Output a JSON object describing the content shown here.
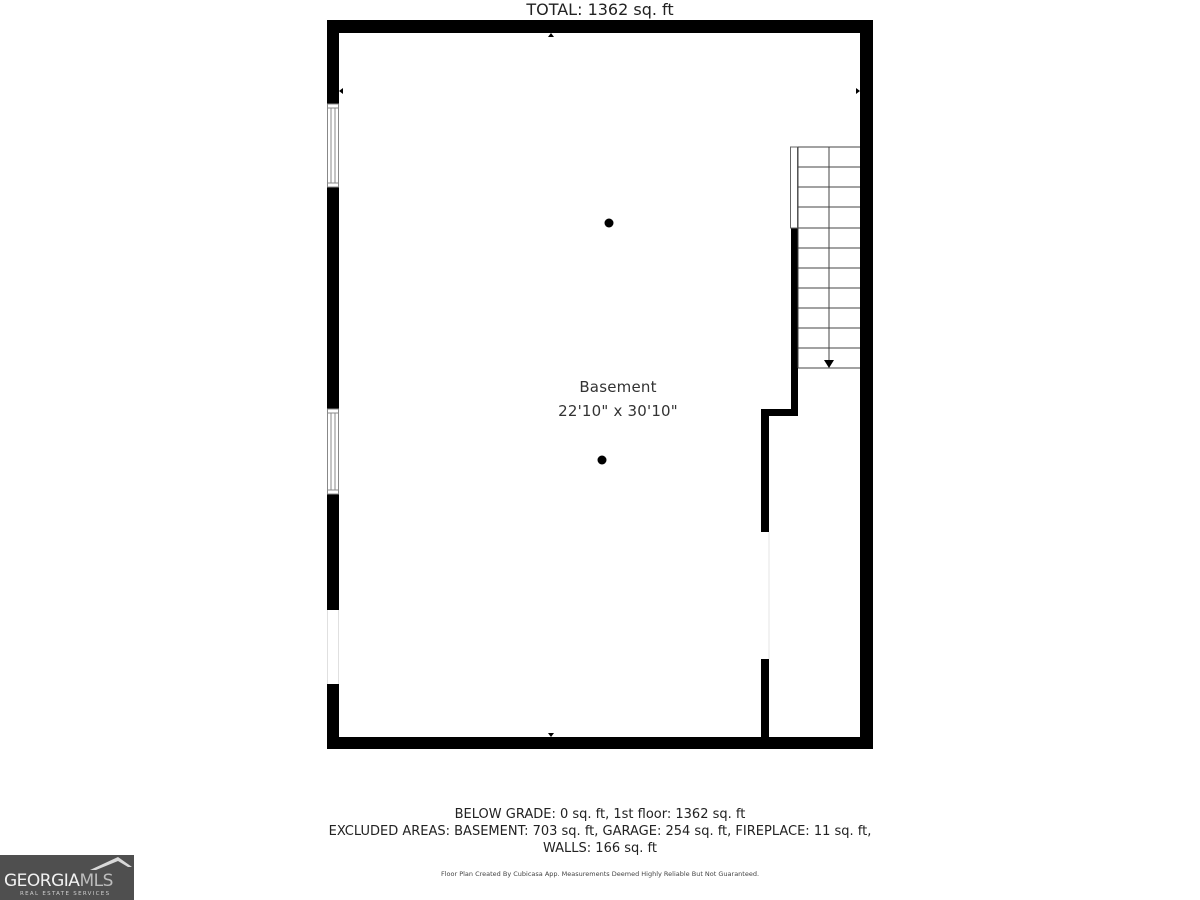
{
  "plan": {
    "room": {
      "name": "Basement",
      "dimensions": "22'10\" x 30'10\""
    },
    "colors": {
      "wall": "#000000",
      "background": "#ffffff",
      "window_stroke": "#888888",
      "stair_line": "#444444"
    }
  },
  "summary": {
    "total": "TOTAL: 1362 sq. ft",
    "below_grade": "BELOW GRADE: 0 sq. ft, 1st floor: 1362 sq. ft",
    "excluded": "EXCLUDED AREAS: BASEMENT: 703 sq. ft, GARAGE: 254 sq. ft, FIREPLACE: 11 sq. ft,",
    "walls": "WALLS: 166 sq. ft"
  },
  "disclaimer": "Floor Plan Created By Cubicasa App. Measurements Deemed Highly Reliable But Not Guaranteed.",
  "logo": {
    "brand_main": "GEORGIA",
    "brand_accent": "MLS",
    "tagline": "REAL ESTATE SERVICES",
    "background": "#4f4f4f"
  }
}
